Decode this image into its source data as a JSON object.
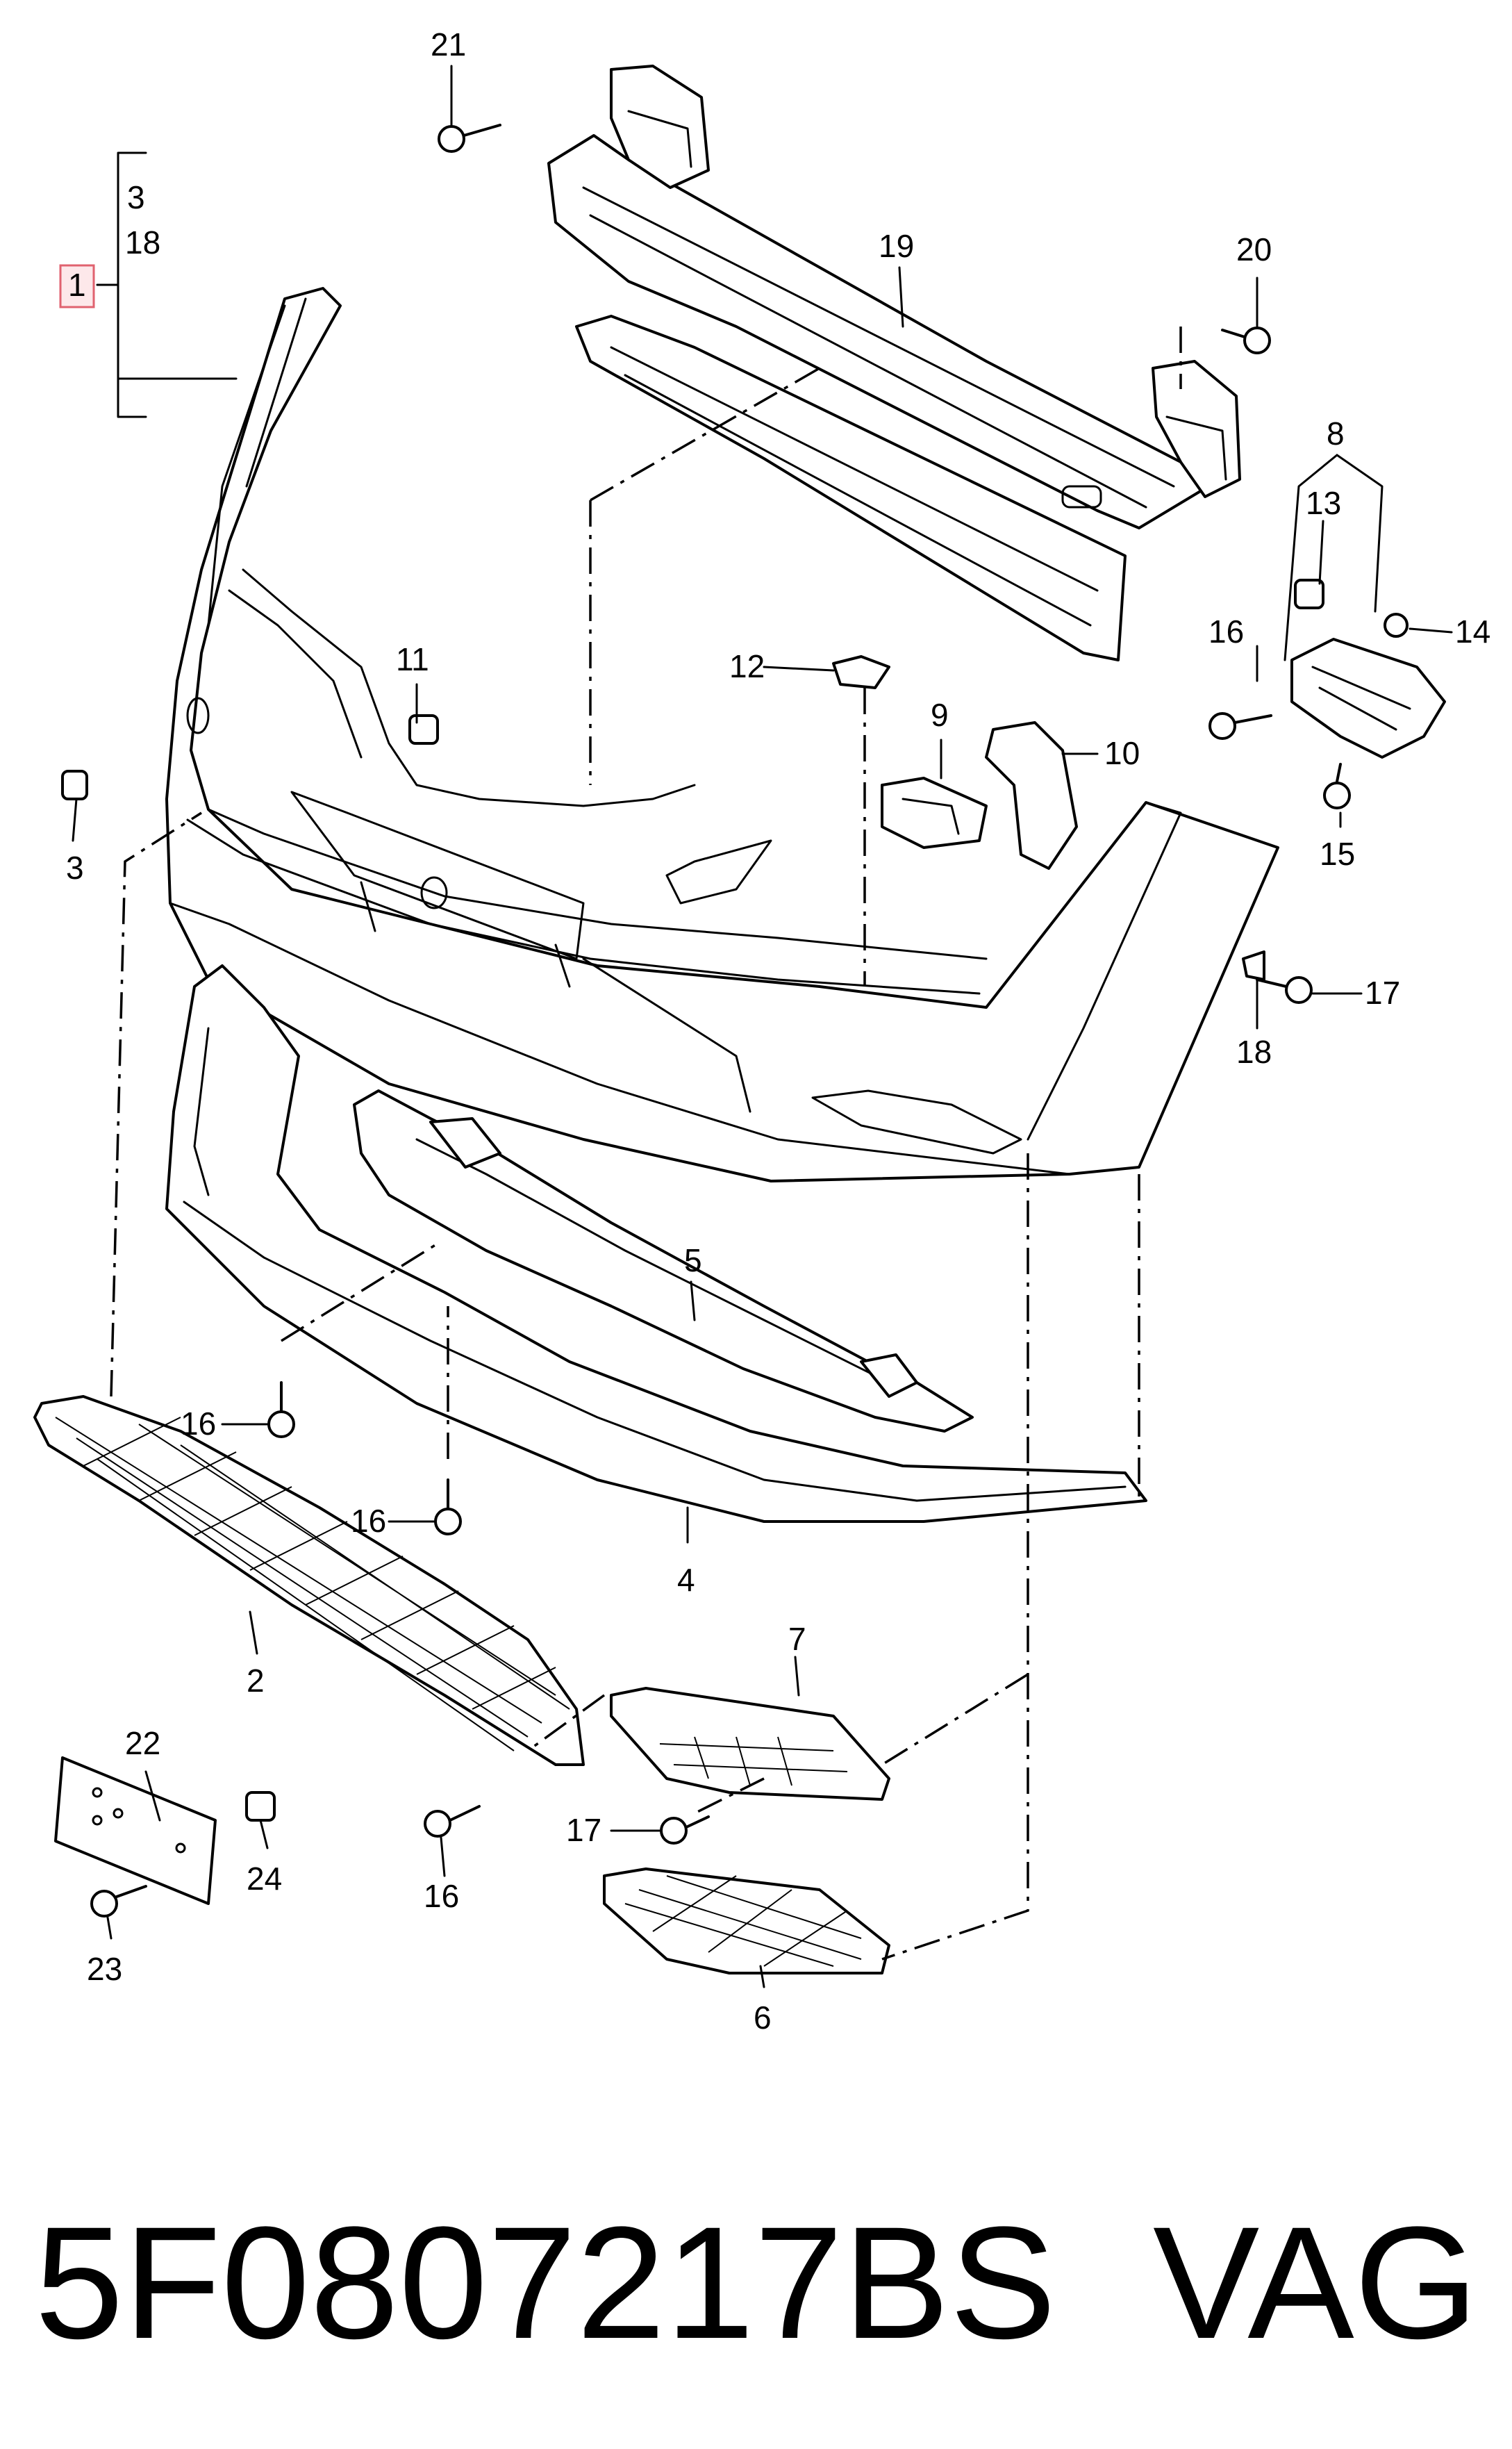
{
  "callouts": {
    "c1": "1",
    "c2": "2",
    "c3a": "3",
    "c3b": "3",
    "c4": "4",
    "c5": "5",
    "c6": "6",
    "c7": "7",
    "c8": "8",
    "c9": "9",
    "c10": "10",
    "c11": "11",
    "c12": "12",
    "c13": "13",
    "c14": "14",
    "c15": "15",
    "c16a": "16",
    "c16b": "16",
    "c16c": "16",
    "c16d": "16",
    "c17a": "17",
    "c17b": "17",
    "c18a": "18",
    "c18b": "18",
    "c19": "19",
    "c20": "20",
    "c21": "21",
    "c22": "22",
    "c23": "23",
    "c24": "24"
  },
  "caption": {
    "part_number": "5F0807217BS",
    "brand": "VAG"
  }
}
